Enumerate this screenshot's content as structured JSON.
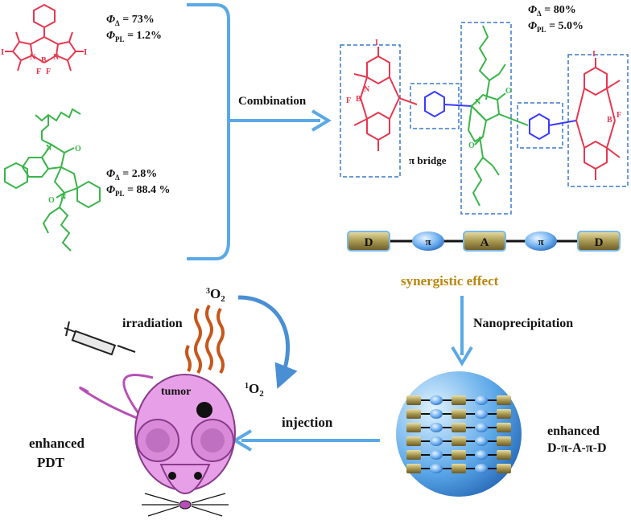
{
  "bodipy": {
    "singlet_label": "73%",
    "pl_label": "1.2%",
    "atoms": {
      "n1": "N",
      "n2": "N",
      "b": "B",
      "f1": "F",
      "f2": "F",
      "i1": "I",
      "i2": "I"
    }
  },
  "dpp": {
    "singlet_label": "2.8%",
    "pl_label": "88.4 %",
    "atoms": {
      "n1": "N",
      "n2": "N",
      "o1": "O",
      "o2": "O"
    }
  },
  "product": {
    "singlet_label": "80%",
    "pl_label": "5.0%",
    "pi_bridge_label": "π bridge",
    "atoms": {
      "f": "F",
      "b": "B",
      "n": "N",
      "i": "I",
      "o": "O"
    }
  },
  "symbols": {
    "phi": "Φ",
    "delta_sub": "Δ",
    "pl_sub": "PL",
    "eq": " = "
  },
  "combination_label": "Combination",
  "dpad_chain": [
    "D",
    "π",
    "A",
    "π",
    "D"
  ],
  "synergistic_label": "synergistic effect",
  "nanoprecipitation_label": "Nanoprecipitation",
  "enhanced_dpad_label": [
    "enhanced",
    "D-π-A-π-D"
  ],
  "injection_label": "injection",
  "enhanced_pdt_label": [
    "enhanced",
    "PDT"
  ],
  "irradiation_label": "irradiation",
  "tumor_label": "tumor",
  "oxygen": {
    "triplet_sup": "3",
    "singlet_sup": "1",
    "o": "O",
    "two": "2"
  },
  "colors": {
    "bodipy": "#e8374f",
    "dpp": "#3ab54a",
    "bridge": "#3a3aff",
    "arrow": "#5aa9e6",
    "dashed_box": "#3a78c8",
    "gold_text": "#b8860b",
    "mouse": "#e7a0e8",
    "irradiation": "#c8561a",
    "oxygen_arrow": "#4a8fd4"
  }
}
